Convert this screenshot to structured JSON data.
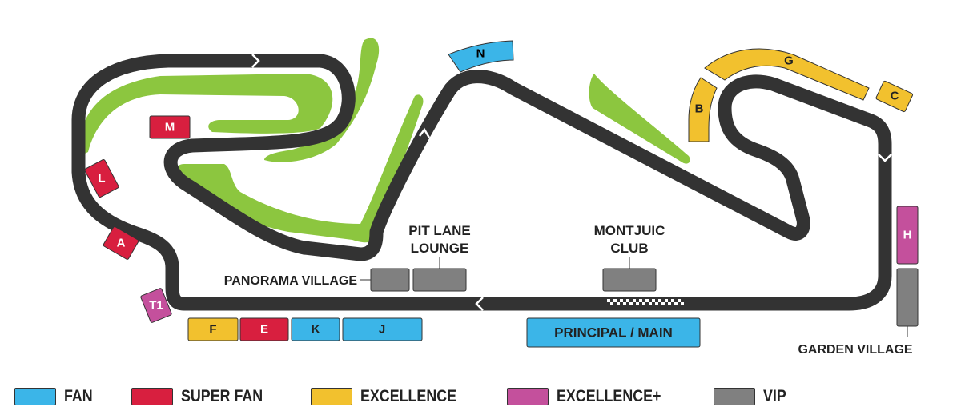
{
  "colors": {
    "fan": "#3bb5e8",
    "super_fan": "#d81f3f",
    "excellence": "#f2c12e",
    "excellence_plus": "#c4509c",
    "vip": "#808080",
    "track": "#333333",
    "grass": "#8cc63f"
  },
  "stands": {
    "n": "N",
    "m": "M",
    "l": "L",
    "a": "A",
    "t1": "T1",
    "f": "F",
    "e": "E",
    "k": "K",
    "j": "J",
    "principal": "PRINCIPAL / MAIN",
    "b": "B",
    "g": "G",
    "c": "C",
    "h": "H"
  },
  "labels": {
    "pit_lane_1": "PIT LANE",
    "pit_lane_2": "LOUNGE",
    "panorama": "PANORAMA VILLAGE",
    "montjuic_1": "MONTJUIC",
    "montjuic_2": "CLUB",
    "garden": "GARDEN VILLAGE"
  },
  "legend": [
    {
      "label": "FAN",
      "color": "#3bb5e8"
    },
    {
      "label": "SUPER FAN",
      "color": "#d81f3f"
    },
    {
      "label": "EXCELLENCE",
      "color": "#f2c12e"
    },
    {
      "label": "EXCELLENCE+",
      "color": "#c4509c"
    },
    {
      "label": "VIP",
      "color": "#808080"
    }
  ]
}
